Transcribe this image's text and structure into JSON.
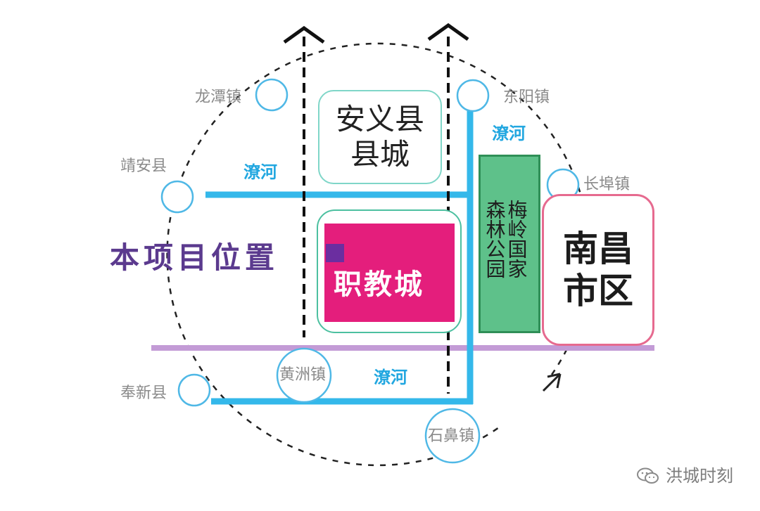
{
  "towns": {
    "longtan": "龙潭镇",
    "jingan": "靖安县",
    "dongyang": "东阳镇",
    "changbu": "长埠镇",
    "fengxin": "奉新县",
    "huangzhou": "黄洲镇",
    "shibi": "石鼻镇"
  },
  "rivers": {
    "upper_right": "潦河",
    "middle_left": "潦河",
    "lower": "潦河"
  },
  "areas": {
    "county_seat": "安义县县城",
    "vocational_city": "职教城",
    "forest_park": "梅岭国家森林公园",
    "forest_park_col1": "梅岭国家",
    "forest_park_col2": "森林公园",
    "nanchang": "南昌市区"
  },
  "project_label": "本项目位置",
  "watermark": "洪城时刻",
  "colors": {
    "river": "#34b8ea",
    "road": "#c39bd6",
    "vocational_fill": "#e41e7c",
    "project_marker": "#6b2ea0",
    "park_fill": "#5ec18a",
    "county_border": "#7fd6c8",
    "city_border": "#e66a8f",
    "town_circle": "#4fb8e6"
  }
}
